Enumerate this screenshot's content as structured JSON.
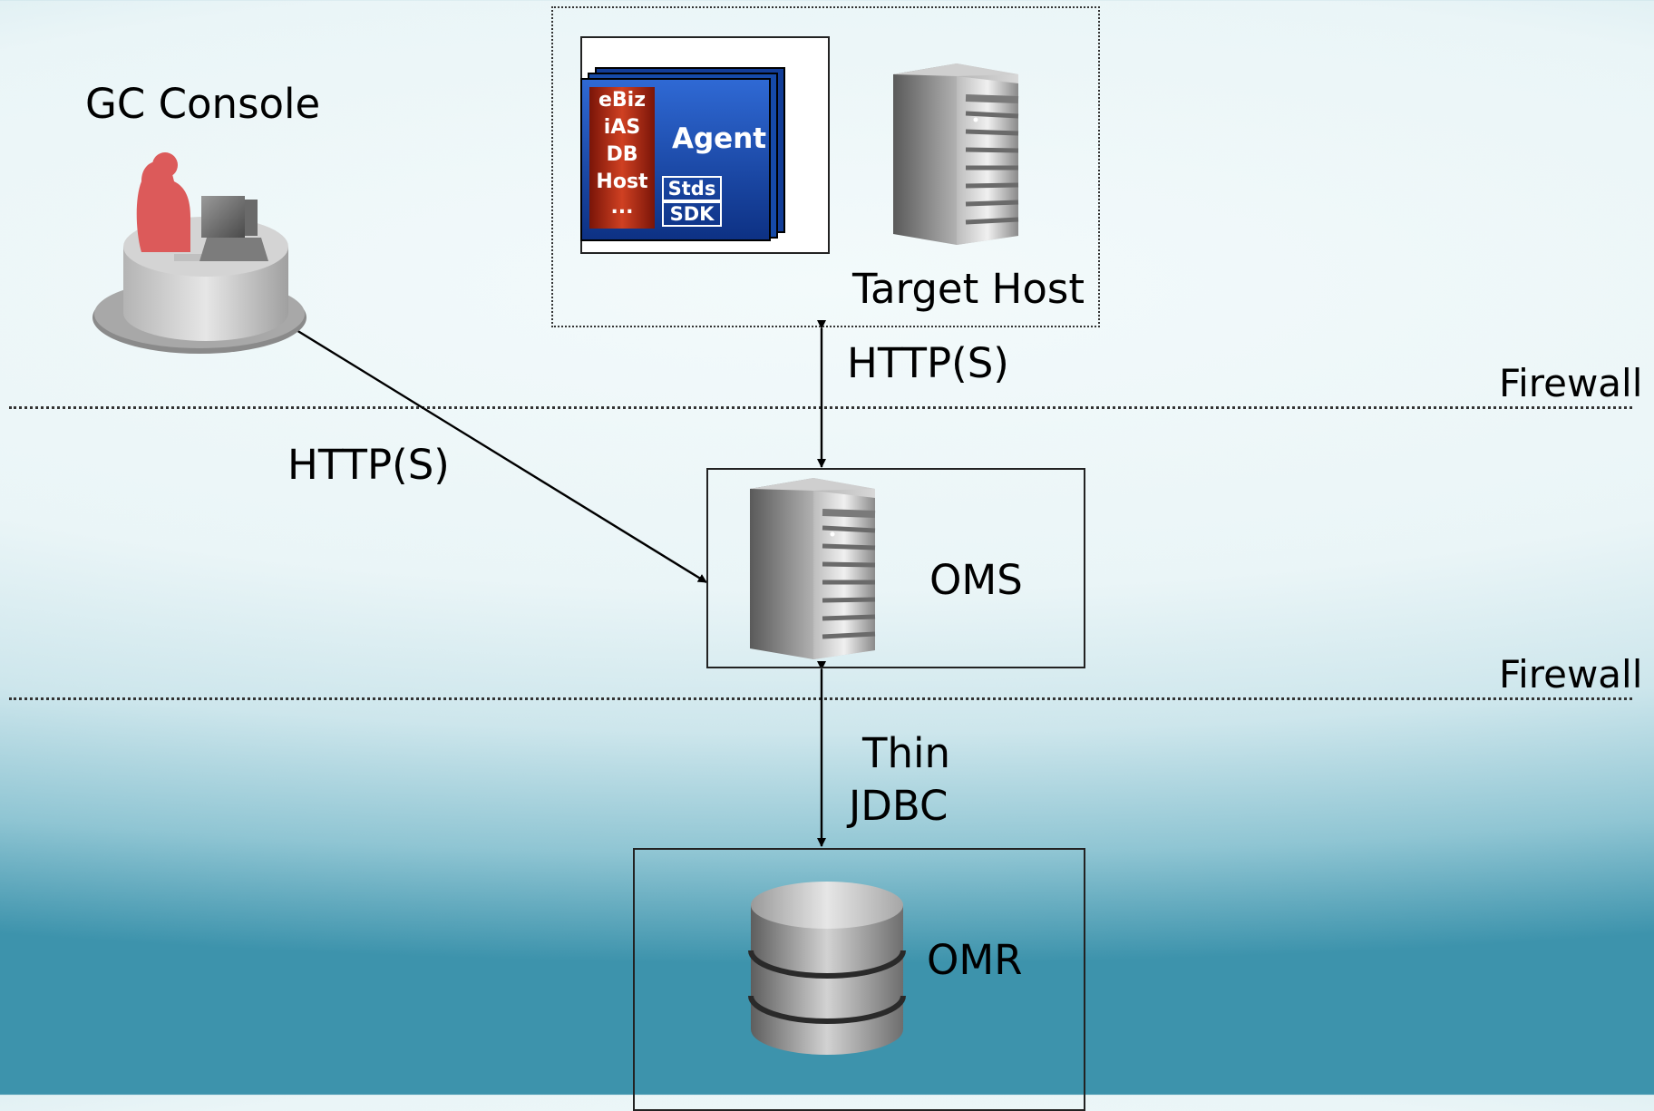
{
  "nodes": {
    "console": {
      "label": "GC Console"
    },
    "target_host": {
      "label": "Target Host",
      "agent_card": {
        "title": "Agent",
        "stack": [
          "eBiz",
          "iAS",
          "DB",
          "Host",
          "..."
        ],
        "modules": [
          "Stds",
          "SDK"
        ]
      }
    },
    "oms": {
      "label": "OMS"
    },
    "omr": {
      "label": "OMR"
    }
  },
  "connections": {
    "console_oms": "HTTP(S)",
    "target_oms": "HTTP(S)",
    "oms_omr": {
      "line1": "Thin",
      "line2": "JDBC"
    }
  },
  "firewalls": [
    "Firewall",
    "Firewall"
  ],
  "colors": {
    "agent_blue": "#1a4fb0",
    "stack_red": "#b8301a",
    "person_red": "#dc5a5a"
  }
}
